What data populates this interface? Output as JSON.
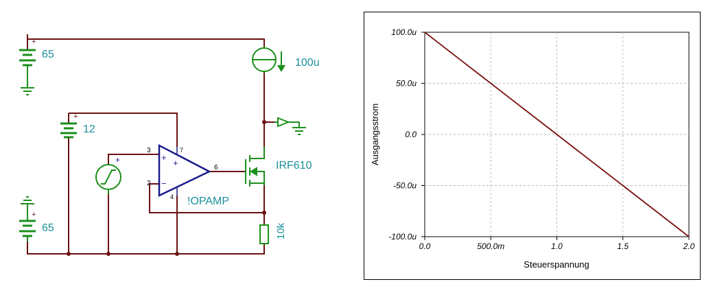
{
  "schematic": {
    "battery_top": {
      "value": "65",
      "polarity": "+"
    },
    "battery_mid": {
      "value": "12",
      "polarity": "+"
    },
    "battery_bottom": {
      "value": "65",
      "polarity": "+"
    },
    "current_source": {
      "value": "100u"
    },
    "mosfet": {
      "label": "IRF610"
    },
    "opamp": {
      "label": "!OPAMP",
      "pin_noninv": "3",
      "pin_inv": "2",
      "pin_out": "6",
      "pin_vplus": "7",
      "pin_vminus": "4",
      "plus_sign": "+",
      "minus_sign": "−"
    },
    "generator": {
      "polarity": "+"
    },
    "resistor": {
      "value": "10k"
    },
    "colors": {
      "wire": "#6b1010",
      "component": "#1a8f1a",
      "opamp": "#1a1a8c",
      "label": "#1a8f9a"
    }
  },
  "chart_data": {
    "type": "line",
    "xlabel": "Steuerspannung",
    "ylabel": "Ausgangsstrom",
    "xlim": [
      0,
      2.0
    ],
    "ylim": [
      -100,
      100
    ],
    "x_ticks": [
      "0.0",
      "500.0m",
      "1.0",
      "1.5",
      "2.0"
    ],
    "y_ticks": [
      "100.0u",
      "50.0u",
      "0.0",
      "-50.0u",
      "-100.0u"
    ],
    "x_tick_values": [
      0,
      0.5,
      1.0,
      1.5,
      2.0
    ],
    "y_tick_values": [
      100,
      50,
      0,
      -50,
      -100
    ],
    "grid": true,
    "series": [
      {
        "x": [
          0,
          0.5,
          1.0,
          1.5,
          2.0
        ],
        "y": [
          100,
          50,
          0,
          -50,
          -100
        ],
        "color": "#7a1010"
      }
    ]
  }
}
